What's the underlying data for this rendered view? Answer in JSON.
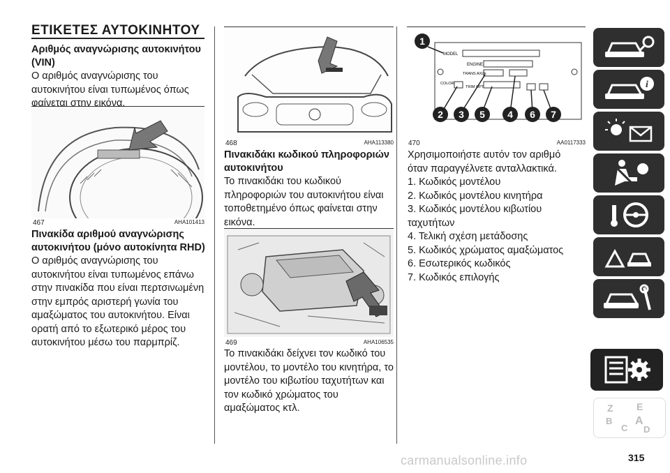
{
  "page": {
    "title": "ΕΤΙΚΕΤΕΣ ΑΥΤΟΚΙΝΗΤΟΥ",
    "page_number": "315",
    "watermark": "carmanualsonline.info"
  },
  "col1": {
    "heading1": "Αριθμός αναγνώρισης αυτοκινήτου (VIN)",
    "para1": "Ο αριθμός αναγνώρισης του αυτοκινήτου είναι τυπωμένος όπως φαίνεται στην εικόνα.",
    "fig_num": "467",
    "fig_code": "AHA101413",
    "heading2": "Πινακίδα αριθμού αναγνώρισης αυτοκινήτου (μόνο αυτοκίνητα RHD)",
    "para2": "Ο αριθμός αναγνώρισης του αυτοκινήτου είναι τυπωμένος επάνω στην πινακίδα που είναι περτσινωμένη στην εμπρός αριστερή γωνία του αμαξώματος του αυτοκινήτου. Είναι ορατή από το εξωτερικό μέρος του αυτοκινήτου μέσω του παρμπρίζ."
  },
  "col2": {
    "fig1_num": "468",
    "fig1_code": "AHA113380",
    "heading": "Πινακιδάκι κωδικού πληροφοριών αυτοκινήτου",
    "para1": "Το πινακιδάκι του κωδικού πληροφοριών του αυτοκινήτου είναι τοποθετημένο όπως φαίνεται στην εικόνα.",
    "fig2_num": "469",
    "fig2_code": "AHA106535",
    "para2": "Το πινακιδάκι δείχνει τον κωδικό του μοντέλου, το μοντέλο του κινητήρα, το μοντέλο του κιβωτίου ταχυτήτων και τον κωδικό χρώματος του αμαξώματος κτλ."
  },
  "col3": {
    "fig_num": "470",
    "fig_code": "AA0117333",
    "plate_labels": [
      "MODEL",
      "ENGINE",
      "TRANS AXLE",
      "COLOR",
      "TRIM OPT"
    ],
    "callouts": [
      "1",
      "2",
      "3",
      "5",
      "4",
      "6",
      "7"
    ],
    "intro": "Χρησιμοποιήστε αυτόν τον αριθμό όταν παραγγέλνετε ανταλλακτικά.",
    "items": [
      "1. Κωδικός μοντέλου",
      "2. Κωδικός μοντέλου κινητήρα",
      "3. Κωδικός μοντέλου κιβωτίου ταχυτήτων",
      "4. Τελική σχέση μετάδοσης",
      "5. Κωδικός χρώματος αμαξώματος",
      "6. Εσωτερικός κωδικός",
      "7. Κωδικός επιλογής"
    ]
  },
  "tabs": [
    {
      "icon": "car-search-icon"
    },
    {
      "icon": "car-info-icon"
    },
    {
      "icon": "warning-lights-icon"
    },
    {
      "icon": "airbag-seat-icon"
    },
    {
      "icon": "steering-key-icon"
    },
    {
      "icon": "emergency-icon"
    },
    {
      "icon": "car-service-icon"
    },
    {
      "icon": "specs-gear-icon"
    },
    {
      "icon": "alphabet-index-icon"
    }
  ],
  "colors": {
    "tab_bg": "#2f2f2f",
    "accent": "#222222"
  }
}
